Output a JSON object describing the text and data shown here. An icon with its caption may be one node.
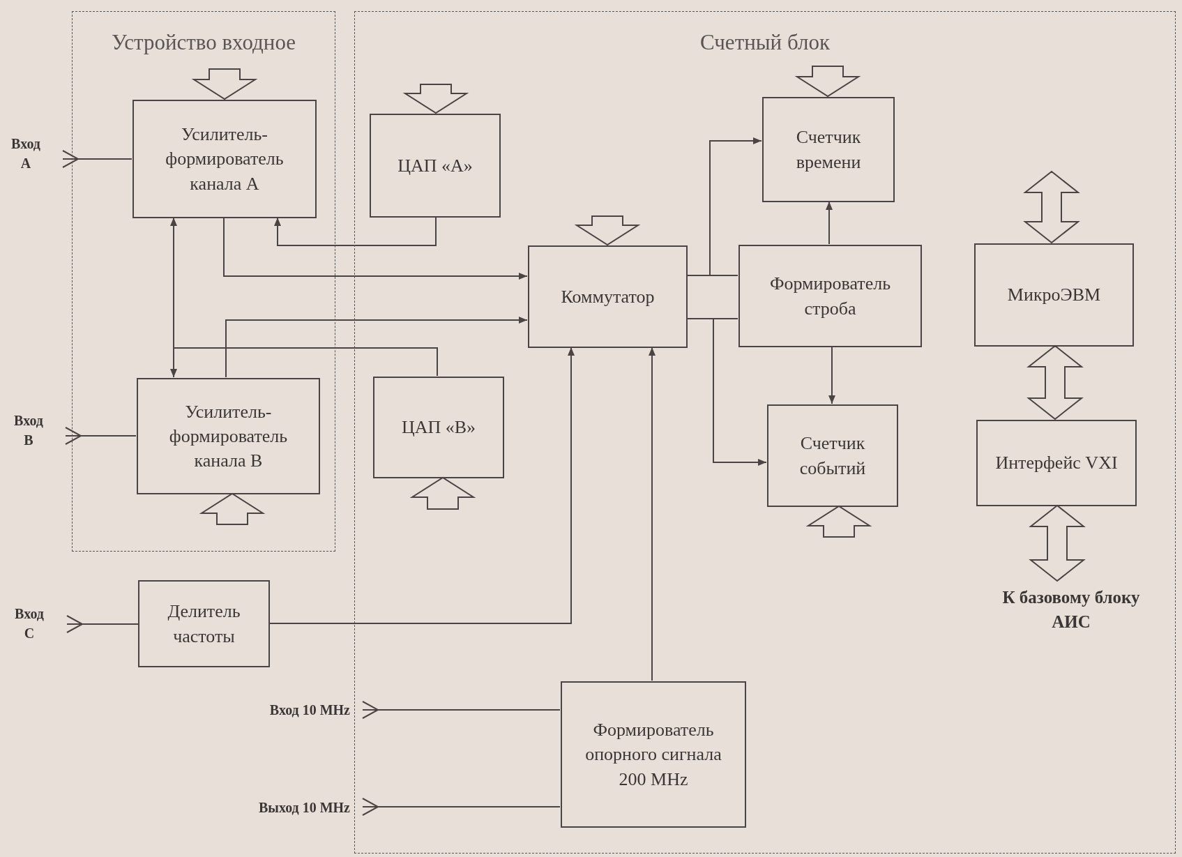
{
  "diagram": {
    "nodes": [
      {
        "text": [
          "Устройство входное"
        ]
      },
      {
        "text": [
          "Счетный блок"
        ]
      },
      {
        "text": [
          "Усилитель-формирователь канала А"
        ],
        "in": 0
      },
      {
        "text": [
          "ЦАП «А»"
        ],
        "in": 1
      },
      {
        "text": [
          "Счетчик времени"
        ],
        "in": 1
      },
      {
        "text": [
          "Коммутатор"
        ],
        "in": 1
      },
      {
        "text": [
          "Формирователь строба"
        ],
        "in": 1
      },
      {
        "text": [
          "МикроЭВМ"
        ],
        "in": 1
      },
      {
        "text": [
          "Усилитель-формирователь канала В"
        ],
        "in": 0
      },
      {
        "text": [
          "ЦАП «В»"
        ],
        "in": 1
      },
      {
        "text": [
          "Счетчик событий"
        ],
        "in": 1
      },
      {
        "text": [
          "Интерфейс VXI"
        ],
        "in": 1
      },
      {
        "text": [
          "Вход А"
        ]
      },
      {
        "text": [
          "Вход В"
        ]
      },
      {
        "text": [
          "Вход С"
        ]
      },
      {
        "text": [
          "Делитель частоты"
        ]
      },
      {
        "text": [
          "Вход 10 MHz"
        ]
      },
      {
        "text": [
          "Выход 10 MHz"
        ]
      },
      {
        "text": [
          "Формирователь опорного сигнала 200 MHz"
        ],
        "in": 1
      },
      {
        "text": [
          "К базовому блоку АИС"
        ],
        "in": 1
      }
    ],
    "edges": [
      {
        "from": 12,
        "to": 2,
        "arrow": "other"
      },
      {
        "from": 13,
        "to": 8,
        "arrow": "other"
      },
      {
        "from": 14,
        "to": 15,
        "arrow": "other"
      },
      {
        "from": 16,
        "to": 18,
        "arrow": "other"
      },
      {
        "from": 17,
        "to": 18,
        "arrow": "other"
      },
      {
        "from": 3,
        "to": 2,
        "arrow": "to"
      },
      {
        "from": 2,
        "to": 5,
        "arrow": "to"
      },
      {
        "from": 8,
        "to": 5,
        "arrow": "to"
      },
      {
        "from": 9,
        "to": 2,
        "arrow": "to"
      },
      {
        "from": 9,
        "to": 8,
        "arrow": "to"
      },
      {
        "from": 15,
        "to": 5,
        "arrow": "to"
      },
      {
        "from": 18,
        "to": 5,
        "arrow": "to"
      },
      {
        "from": 5,
        "to": 6,
        "arrow": "none"
      },
      {
        "from": 5,
        "to": 6,
        "arrow": "none"
      },
      {
        "from": 5,
        "to": 4,
        "arrow": "to"
      },
      {
        "from": 5,
        "to": 10,
        "arrow": "to"
      },
      {
        "from": 6,
        "to": 4,
        "arrow": "to"
      },
      {
        "from": 6,
        "to": 10,
        "arrow": "to"
      },
      {
        "from": null,
        "to": 2,
        "arrow": "to",
        "style": "thick"
      },
      {
        "from": null,
        "to": 3,
        "arrow": "to",
        "style": "thick"
      },
      {
        "from": null,
        "to": 4,
        "arrow": "to",
        "style": "thick"
      },
      {
        "from": null,
        "to": 5,
        "arrow": "to",
        "style": "thick"
      },
      {
        "from": null,
        "to": 8,
        "arrow": "to",
        "style": "thick"
      },
      {
        "from": null,
        "to": 9,
        "arrow": "to",
        "style": "thick"
      },
      {
        "from": null,
        "to": 10,
        "arrow": "to",
        "style": "thick"
      },
      {
        "from": null,
        "to": 7,
        "arrow": "both",
        "style": "thick"
      },
      {
        "from": 7,
        "to": 11,
        "arrow": "both",
        "style": "thick"
      },
      {
        "from": 11,
        "to": 19,
        "arrow": "both",
        "style": "thick"
      }
    ]
  }
}
